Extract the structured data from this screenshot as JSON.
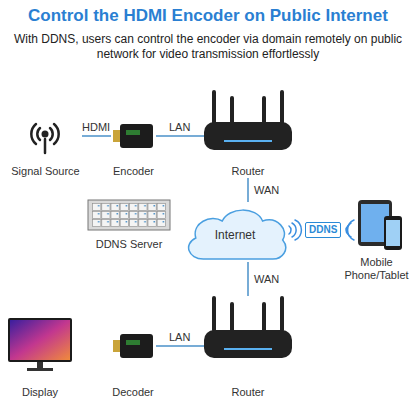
{
  "diagram": {
    "title": "Control the HDMI Encoder on Public Internet",
    "nodes": [
      {
        "text": [
          "Signal Source"
        ]
      },
      {
        "text": [
          "Encoder"
        ]
      },
      {
        "text": [
          "Router"
        ]
      },
      {
        "text": [
          "DDNS Server"
        ]
      },
      {
        "text": [
          "Internet"
        ]
      },
      {
        "text": [
          "DDNS"
        ]
      },
      {
        "text": [
          "Mobile Phone/Tablet"
        ]
      },
      {
        "text": [
          "Display"
        ]
      },
      {
        "text": [
          "Decoder"
        ]
      },
      {
        "text": [
          "Router"
        ]
      }
    ],
    "edges": [
      {
        "from": 0,
        "to": 1,
        "arrow": "none",
        "label": "HDMI"
      },
      {
        "from": 1,
        "to": 2,
        "arrow": "none",
        "label": "LAN"
      },
      {
        "from": 2,
        "to": 4,
        "arrow": "none",
        "label": "WAN"
      },
      {
        "from": 4,
        "to": 9,
        "arrow": "none",
        "label": "WAN"
      },
      {
        "from": 8,
        "to": 9,
        "arrow": "none",
        "label": "LAN"
      }
    ],
    "labels": [
      "With DDNS, users can control the encoder via domain remotely on public network for video transmission effortlessly"
    ]
  }
}
